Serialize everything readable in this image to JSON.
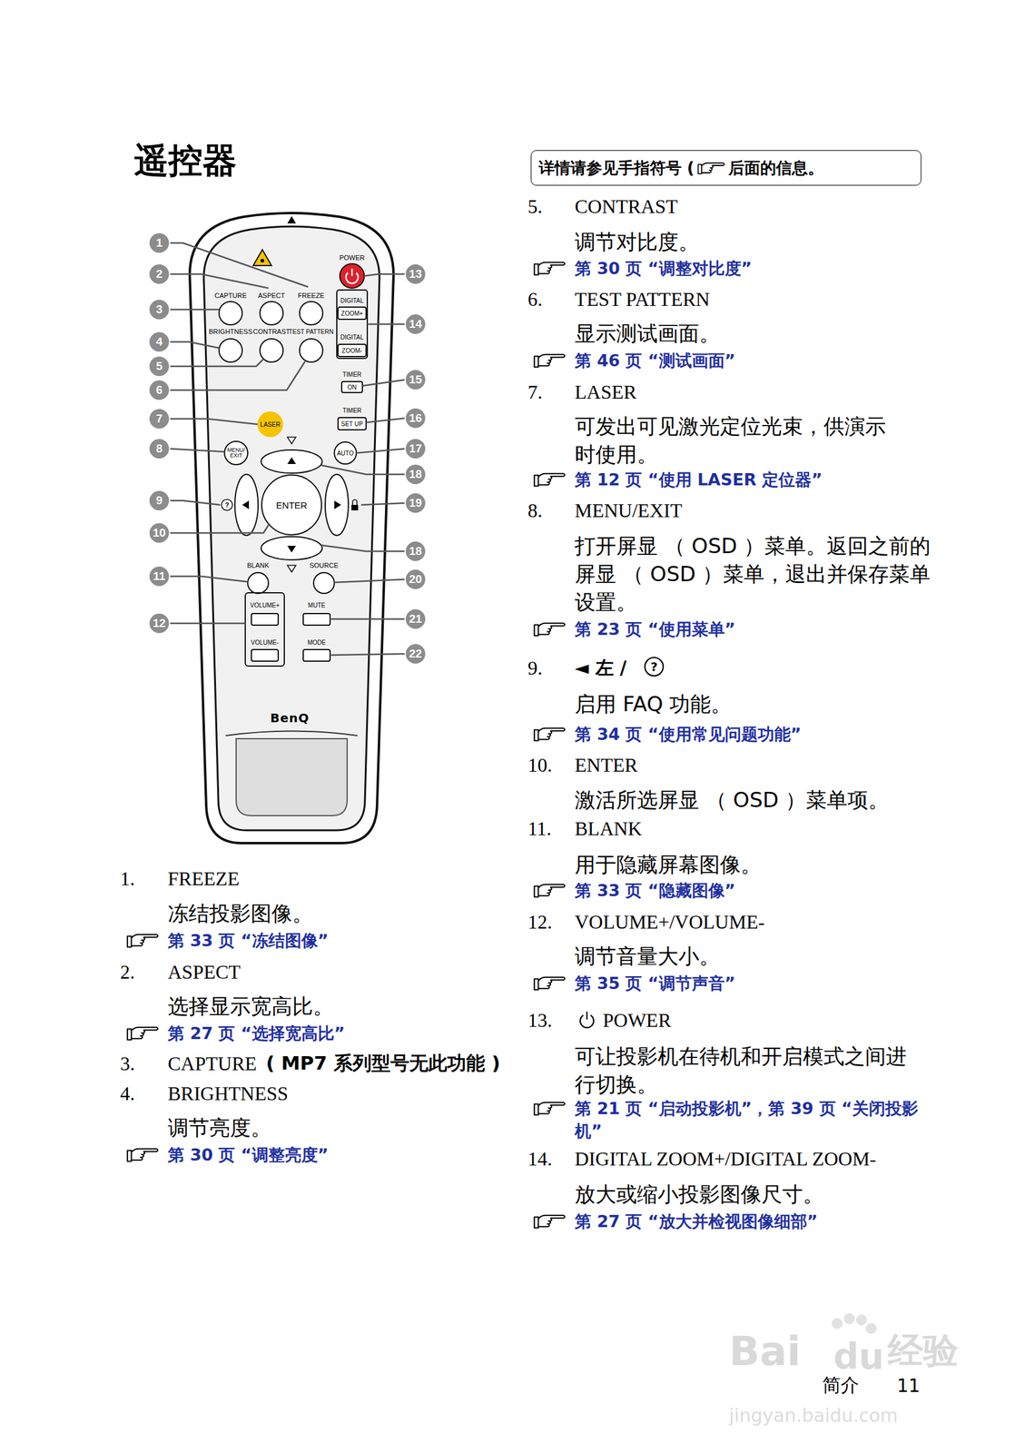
{
  "diagram": {
    "title": "遥控器",
    "nodes": [
      {
        "text": [
          "详情请参见手指符号 (",
          "后面的信息。"
        ]
      }
    ],
    "labels": [
      "POWER",
      "CAPTURE",
      "ASPECT",
      "FREEZE",
      "DIGITAL",
      "ZOOM+",
      "BRIGHTNESS",
      "CONTRAST",
      "TEST PATTERN",
      "DIGITAL",
      "ZOOM-",
      "TIMER",
      "ON",
      "TIMER",
      "SET UP",
      "LASER",
      "MENU/ EXIT",
      "AUTO",
      "?",
      "ENTER",
      "BLANK",
      "SOURCE",
      "VOLUME+",
      "MUTE",
      "VOLUME-",
      "MODE",
      "BenQ",
      "1",
      "2",
      "3",
      "4",
      "5",
      "6",
      "7",
      "8",
      "9",
      "10",
      "11",
      "12",
      "13",
      "14",
      "15",
      "16",
      "17",
      "18",
      "19",
      "18",
      "20",
      "21",
      "22",
      "1.",
      "FREEZE",
      "冻结投影图像。",
      "第 33 页 “冻结图像”",
      "2.",
      "ASPECT",
      "选择显示宽高比。",
      "第 27 页 “选择宽高比”",
      "3.",
      "CAPTURE",
      "( MP7 系列型号无此功能 )",
      "4.",
      "BRIGHTNESS",
      "调节亮度。",
      "第 30 页 “调整亮度”",
      "5.",
      "CONTRAST",
      "调节对比度。",
      "第 30 页 “调整对比度”",
      "6.",
      "TEST PATTERN",
      "显示测试画面。",
      "第 46 页 “测试画面”",
      "7.",
      "LASER",
      "可发出可见激光定位光束，供演示时使用。",
      "第 12 页 “使用 LASER 定位器”",
      "8.",
      "MENU/EXIT",
      "打开屏显 （ OSD ）菜单。返回之前的屏显 （ OSD ）菜单，退出并保存菜单设置。",
      "第 23 页 “使用菜单”",
      "9.",
      "◄ 左 /",
      "?",
      "启用 FAQ 功能。",
      "第 34 页 “使用常见问题功能”",
      "10.",
      "ENTER",
      "激活所选屏显 （ OSD ）菜单项。",
      "11.",
      "BLANK",
      "用于隐藏屏幕图像。",
      "第 33 页 “隐藏图像”",
      "12.",
      "VOLUME+/VOLUME-",
      "调节音量大小。",
      "第 35 页 “调节声音”",
      "13.",
      "POWER",
      "可让投影机在待机和开启模式之间进行切换。",
      "第 21 页 “启动投影机”，第 39 页 “关闭投影机”",
      "14.",
      "DIGITAL ZOOM+/DIGITAL ZOOM-",
      "放大或缩小投影图像尺寸。",
      "第 27 页 “放大并检视图像细部”",
      "简介",
      "11",
      "Bai",
      "du",
      "经验",
      "jingyan.baidu.com"
    ]
  }
}
